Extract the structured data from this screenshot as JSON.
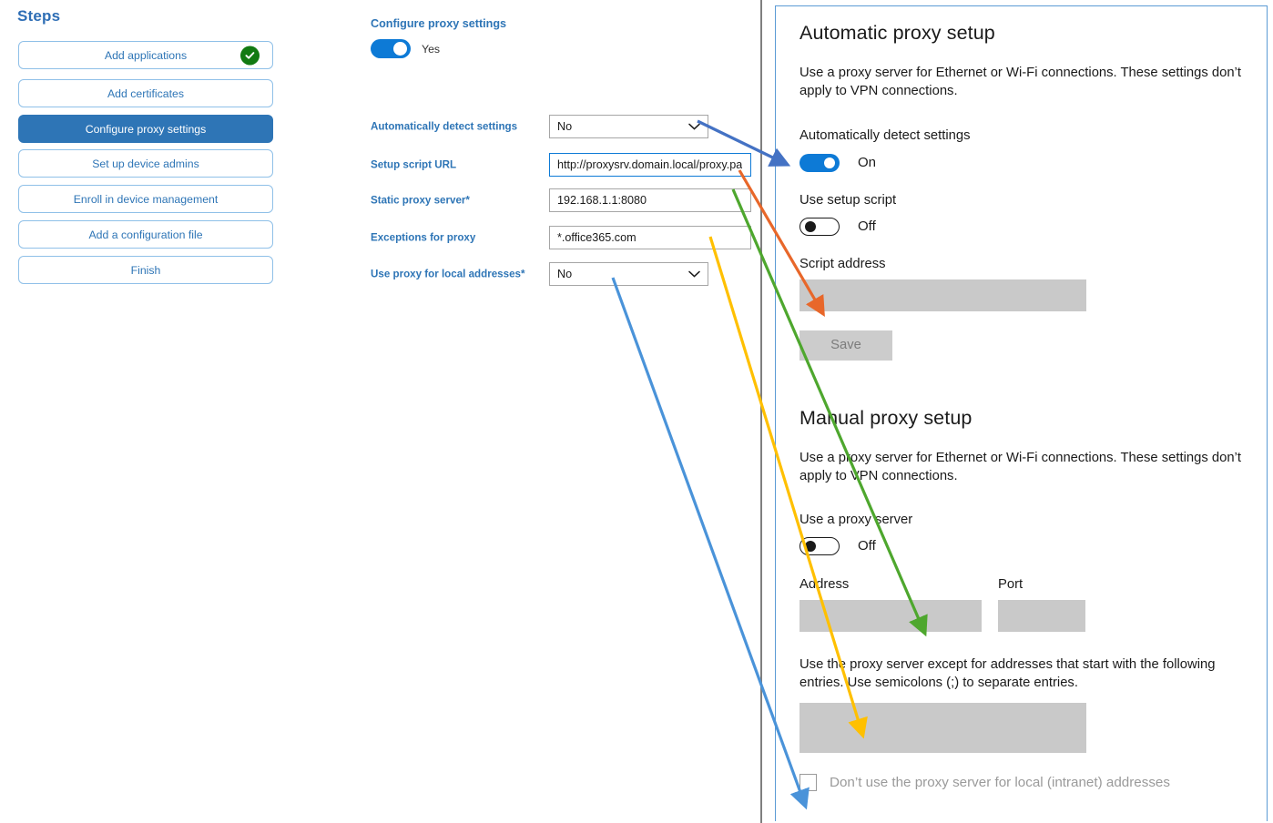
{
  "steps_panel": {
    "title": "Steps",
    "items": [
      {
        "label": "Add applications",
        "state": "complete",
        "icon": "check-circle-icon"
      },
      {
        "label": "Add certificates",
        "state": "default"
      },
      {
        "label": "Configure proxy settings",
        "state": "active"
      },
      {
        "label": "Set up device admins",
        "state": "default"
      },
      {
        "label": "Enroll in device management",
        "state": "default"
      },
      {
        "label": "Add a configuration file",
        "state": "default"
      },
      {
        "label": "Finish",
        "state": "default"
      }
    ]
  },
  "form": {
    "heading": "Configure proxy settings",
    "toggle": {
      "value": "Yes",
      "on": true
    },
    "fields": [
      {
        "label": "Automatically detect settings",
        "required": false,
        "type": "select",
        "value": "No",
        "icon": "chevron-down-icon"
      },
      {
        "label": "Setup script URL",
        "required": false,
        "type": "text",
        "value": "http://proxysrv.domain.local/proxy.pa",
        "focused": true
      },
      {
        "label": "Static proxy server",
        "required": true,
        "type": "text",
        "value": "192.168.1.1:8080",
        "focused": false
      },
      {
        "label": "Exceptions for proxy",
        "required": false,
        "type": "text",
        "value": "*.office365.com",
        "focused": false
      },
      {
        "label": "Use proxy for local addresses",
        "required": true,
        "type": "select",
        "value": "No",
        "icon": "chevron-down-icon"
      }
    ]
  },
  "windows_settings": {
    "automatic": {
      "heading": "Automatic proxy setup",
      "description": "Use a proxy server for Ethernet or Wi-Fi connections. These settings don’t apply to VPN connections.",
      "auto_detect_label": "Automatically detect settings",
      "auto_detect_state": "On",
      "setup_script_label": "Use setup script",
      "setup_script_state": "Off",
      "script_address_label": "Script address",
      "script_address_value": "",
      "save_label": "Save"
    },
    "manual": {
      "heading": "Manual proxy setup",
      "description": "Use a proxy server for Ethernet or Wi-Fi connections. These settings don’t apply to VPN connections.",
      "use_proxy_label": "Use a proxy server",
      "use_proxy_state": "Off",
      "address_label": "Address",
      "address_value": "",
      "port_label": "Port",
      "port_value": "",
      "exceptions_description": "Use the proxy server except for addresses that start with the following entries. Use semicolons (;) to separate entries.",
      "exceptions_value": "",
      "bypass_local_label": "Don’t use the proxy server for local (intranet) addresses",
      "bypass_local_checked": false
    }
  },
  "annotations": {
    "arrows": [
      {
        "name": "arrow-auto-detect",
        "color": "#4472c4",
        "from": "Automatically detect settings dropdown",
        "to": "Automatically detect settings toggle"
      },
      {
        "name": "arrow-setup-script",
        "color": "#e8672a",
        "from": "Setup script URL field",
        "to": "Script address box"
      },
      {
        "name": "arrow-static-proxy",
        "color": "#4ea72e",
        "from": "Static proxy server field",
        "to": "Address box"
      },
      {
        "name": "arrow-exceptions",
        "color": "#ffc000",
        "from": "Exceptions for proxy field",
        "to": "Exceptions box"
      },
      {
        "name": "arrow-local-addresses",
        "color": "#4a93d9",
        "from": "Use proxy for local addresses dropdown",
        "to": "Bypass local addresses checkbox"
      }
    ]
  },
  "colors": {
    "accent_blue": "#2e75b6",
    "toggle_blue": "#0d7ad6",
    "complete_green": "#127a12",
    "panel_border": "#5b9bd5",
    "divider_gray": "#7f7f7f",
    "field_gray": "#c9c9c9"
  }
}
